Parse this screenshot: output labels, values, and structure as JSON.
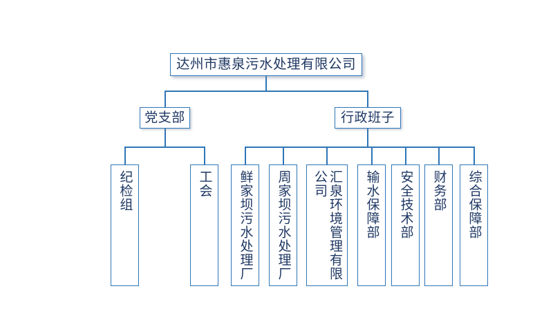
{
  "chart_data": {
    "type": "diagram",
    "diagram_type": "organization-chart",
    "title": "达州市惠泉污水处理有限公司",
    "orientation": "top-down",
    "levels": 3,
    "nodes": [
      {
        "id": "root",
        "label": "达州市惠泉污水处理有限公司",
        "level": 1,
        "parent": null
      },
      {
        "id": "party",
        "label": "党支部",
        "level": 2,
        "parent": "root"
      },
      {
        "id": "admin",
        "label": "行政班子",
        "level": 2,
        "parent": "root"
      },
      {
        "id": "leaf1",
        "label": "纪检组",
        "level": 3,
        "parent": "party"
      },
      {
        "id": "leaf2",
        "label": "工会",
        "level": 3,
        "parent": "party"
      },
      {
        "id": "leaf3",
        "label": "鲜家坝污水处理厂",
        "level": 3,
        "parent": "admin"
      },
      {
        "id": "leaf4",
        "label": "周家坝污水处理厂",
        "level": 3,
        "parent": "admin"
      },
      {
        "id": "leaf5",
        "label": "汇泉环境管理有限公司",
        "level": 3,
        "parent": "admin"
      },
      {
        "id": "leaf6",
        "label": "输水保障部",
        "level": 3,
        "parent": "admin"
      },
      {
        "id": "leaf7",
        "label": "安全技术部",
        "level": 3,
        "parent": "admin"
      },
      {
        "id": "leaf8",
        "label": "财务部",
        "level": 3,
        "parent": "admin"
      },
      {
        "id": "leaf9",
        "label": "综合保障部",
        "level": 3,
        "parent": "admin"
      }
    ],
    "edges": [
      {
        "from": "root",
        "to": "party"
      },
      {
        "from": "root",
        "to": "admin"
      },
      {
        "from": "party",
        "to": "leaf1"
      },
      {
        "from": "party",
        "to": "leaf2"
      },
      {
        "from": "admin",
        "to": "leaf3"
      },
      {
        "from": "admin",
        "to": "leaf4"
      },
      {
        "from": "admin",
        "to": "leaf5"
      },
      {
        "from": "admin",
        "to": "leaf6"
      },
      {
        "from": "admin",
        "to": "leaf7"
      },
      {
        "from": "admin",
        "to": "leaf8"
      },
      {
        "from": "admin",
        "to": "leaf9"
      }
    ],
    "colors": {
      "border": "#2E75B6",
      "text": "#1F3864",
      "background": "#FFFFFF",
      "connector": "#2E75B6"
    }
  },
  "root": {
    "label": "达州市惠泉污水处理有限公司"
  },
  "level2": {
    "party": "党支部",
    "admin": "行政班子"
  },
  "leaves": [
    {
      "label": "纪检组"
    },
    {
      "label": "工会"
    },
    {
      "label": "鲜家坝污水处理厂"
    },
    {
      "label": "周家坝污水处理厂"
    },
    {
      "label": "汇泉环境管理有限公司"
    },
    {
      "label": "输水保障部"
    },
    {
      "label": "安全技术部"
    },
    {
      "label": "财务部"
    },
    {
      "label": "综合保障部"
    }
  ]
}
